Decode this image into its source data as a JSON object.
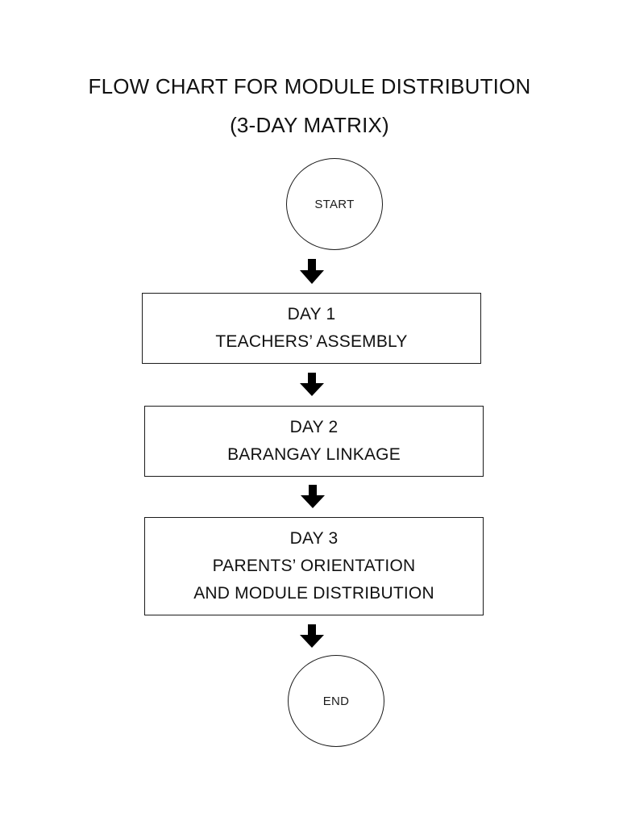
{
  "document": {
    "title_line_1": "FLOW CHART FOR MODULE DISTRIBUTION",
    "title_line_2": "(3-DAY MATRIX)"
  },
  "flowchart": {
    "type": "flowchart",
    "orientation": "top-to-bottom",
    "connector_style": "solid-block-arrow",
    "shape_fill": "#FFFFFF",
    "shape_stroke": "#1B1B1B",
    "text_color": "#111111",
    "nodes": [
      {
        "id": "start",
        "shape": "circle",
        "label": "START",
        "lines": [
          "START"
        ]
      },
      {
        "id": "day1",
        "shape": "rectangle",
        "label": "DAY 1 TEACHERS’ ASSEMBLY",
        "lines": [
          "DAY 1",
          "TEACHERS’ ASSEMBLY"
        ]
      },
      {
        "id": "day2",
        "shape": "rectangle",
        "label": "DAY 2 BARANGAY LINKAGE",
        "lines": [
          "DAY 2",
          "BARANGAY LINKAGE"
        ]
      },
      {
        "id": "day3",
        "shape": "rectangle",
        "label": "DAY 3 PARENTS’ ORIENTATION AND MODULE DISTRIBUTION",
        "lines": [
          "DAY 3",
          "PARENTS’ ORIENTATION",
          "AND MODULE DISTRIBUTION"
        ]
      },
      {
        "id": "end",
        "shape": "circle",
        "label": "END",
        "lines": [
          "END"
        ]
      }
    ],
    "edges": [
      {
        "from": "start",
        "to": "day1",
        "icon": "down-arrow-icon"
      },
      {
        "from": "day1",
        "to": "day2",
        "icon": "down-arrow-icon"
      },
      {
        "from": "day2",
        "to": "day3",
        "icon": "down-arrow-icon"
      },
      {
        "from": "day3",
        "to": "end",
        "icon": "down-arrow-icon"
      }
    ]
  }
}
